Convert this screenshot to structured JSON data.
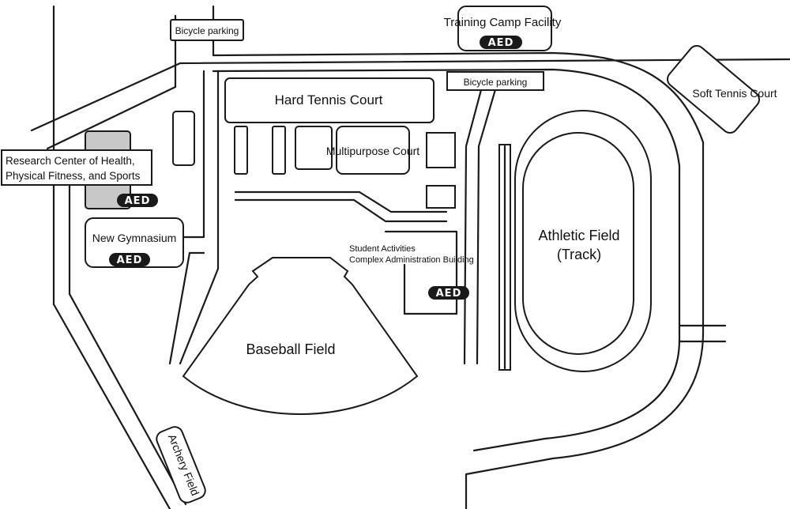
{
  "map": {
    "labels": {
      "training_camp": "Training Camp Facility",
      "bicycle_parking_top": "Bicycle parking",
      "bicycle_parking_mid": "Bicycle parking",
      "hard_tennis": "Hard Tennis Court",
      "soft_tennis": "Soft Tennis Court",
      "multipurpose": "Multipurpose Court",
      "research_line1": "Research Center of Health,",
      "research_line2": "Physical Fitness, and Sports",
      "new_gym": "New Gymnasium",
      "student_line1": "Student Activities",
      "student_line2": "Complex Administration Building",
      "athletic_line1": "Athletic Field",
      "athletic_line2": "(Track)",
      "baseball": "Baseball Field",
      "archery": "Archery Field"
    },
    "aed_label": "AED",
    "colors": {
      "line": "#1a1a1a",
      "aed_badge": "#1a1a1a",
      "research_building_fill": "#c8c8c8",
      "background": "#ffffff"
    }
  }
}
